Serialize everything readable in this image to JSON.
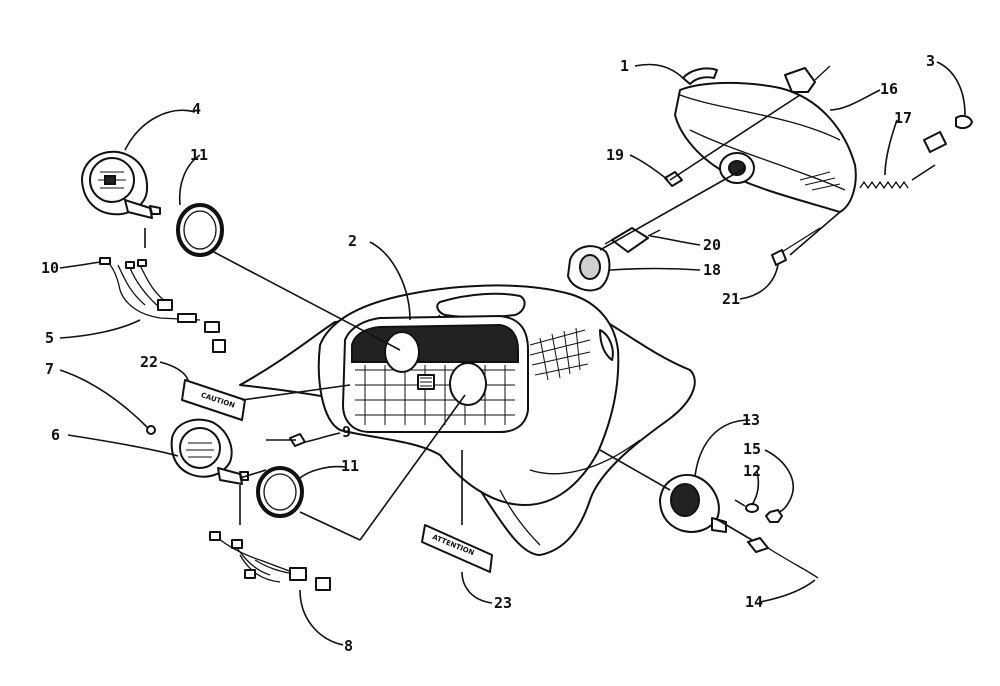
{
  "diagram": {
    "callouts": [
      {
        "id": "c1",
        "label": "1"
      },
      {
        "id": "c2",
        "label": "2"
      },
      {
        "id": "c3",
        "label": "3"
      },
      {
        "id": "c4",
        "label": "4"
      },
      {
        "id": "c5",
        "label": "5"
      },
      {
        "id": "c6",
        "label": "6"
      },
      {
        "id": "c7",
        "label": "7"
      },
      {
        "id": "c8",
        "label": "8"
      },
      {
        "id": "c9",
        "label": "9"
      },
      {
        "id": "c10",
        "label": "10"
      },
      {
        "id": "c11a",
        "label": "11"
      },
      {
        "id": "c11b",
        "label": "11"
      },
      {
        "id": "c12",
        "label": "12"
      },
      {
        "id": "c13",
        "label": "13"
      },
      {
        "id": "c14",
        "label": "14"
      },
      {
        "id": "c15",
        "label": "15"
      },
      {
        "id": "c16",
        "label": "16"
      },
      {
        "id": "c17",
        "label": "17"
      },
      {
        "id": "c18",
        "label": "18"
      },
      {
        "id": "c19",
        "label": "19"
      },
      {
        "id": "c20",
        "label": "20"
      },
      {
        "id": "c21",
        "label": "21"
      },
      {
        "id": "c22",
        "label": "22"
      },
      {
        "id": "c23",
        "label": "23"
      }
    ],
    "decals": {
      "caution": "CAUTION",
      "attention": "ATTENTION"
    }
  }
}
